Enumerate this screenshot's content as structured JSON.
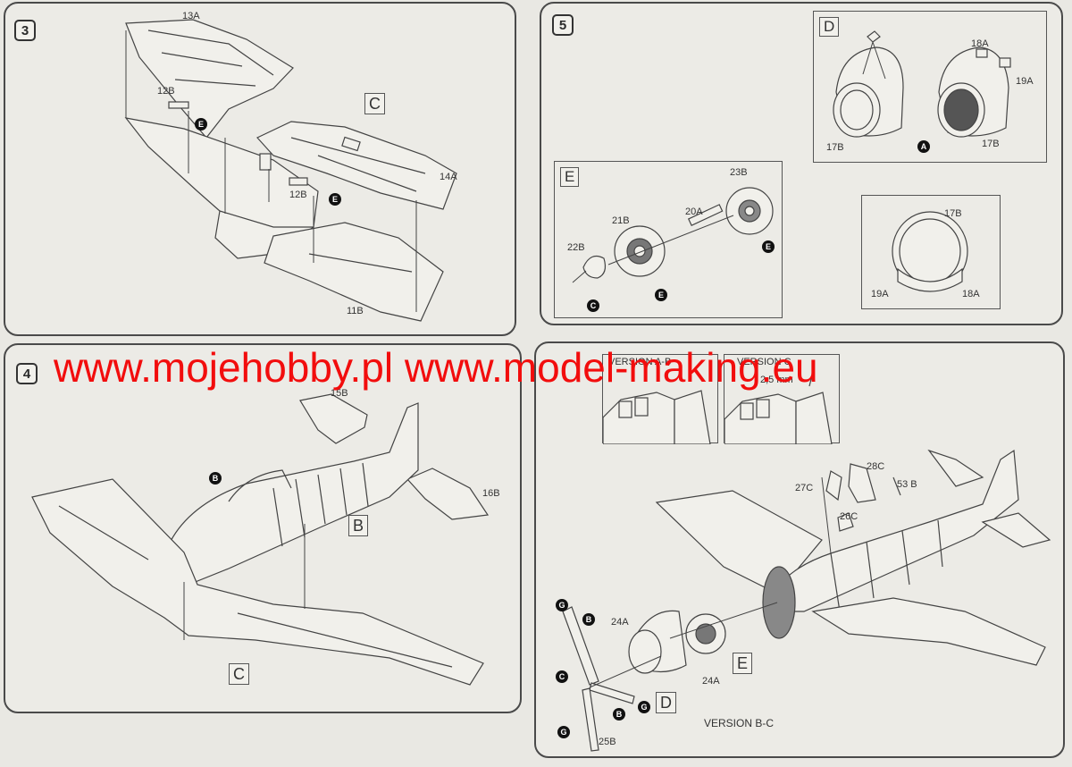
{
  "watermark": "www.mojehobby.pl www.model-making.eu",
  "steps": {
    "s3": {
      "number": "3",
      "view": "C",
      "parts": [
        "13A",
        "12B",
        "12B",
        "14A",
        "11B"
      ],
      "callouts": [
        "E",
        "E"
      ]
    },
    "s4": {
      "number": "4",
      "views": [
        "B",
        "C"
      ],
      "parts": [
        "15B",
        "16B"
      ],
      "callouts": [
        "B"
      ]
    },
    "s5": {
      "number": "5",
      "detail_d": {
        "label": "D",
        "parts": [
          "18A",
          "19A",
          "17B",
          "17B"
        ],
        "callouts": [
          "A"
        ]
      },
      "detail_e": {
        "label": "E",
        "parts": [
          "23B",
          "20A",
          "21B",
          "22B"
        ],
        "callouts": [
          "E",
          "E",
          "C"
        ]
      },
      "detail_ring": {
        "parts": [
          "17B",
          "19A",
          "18A"
        ]
      }
    },
    "s6": {
      "version_b": "VERSION A-B",
      "version_c": "VERSION C",
      "dimension": "2,5 mm",
      "parts": [
        "28C",
        "27C",
        "26C",
        "53 B",
        "24A",
        "24A",
        "25B"
      ],
      "callouts": [
        "G",
        "B",
        "C",
        "G",
        "B",
        "G"
      ],
      "labels": [
        "E",
        "D"
      ],
      "version_note": "VERSION B-C"
    }
  }
}
